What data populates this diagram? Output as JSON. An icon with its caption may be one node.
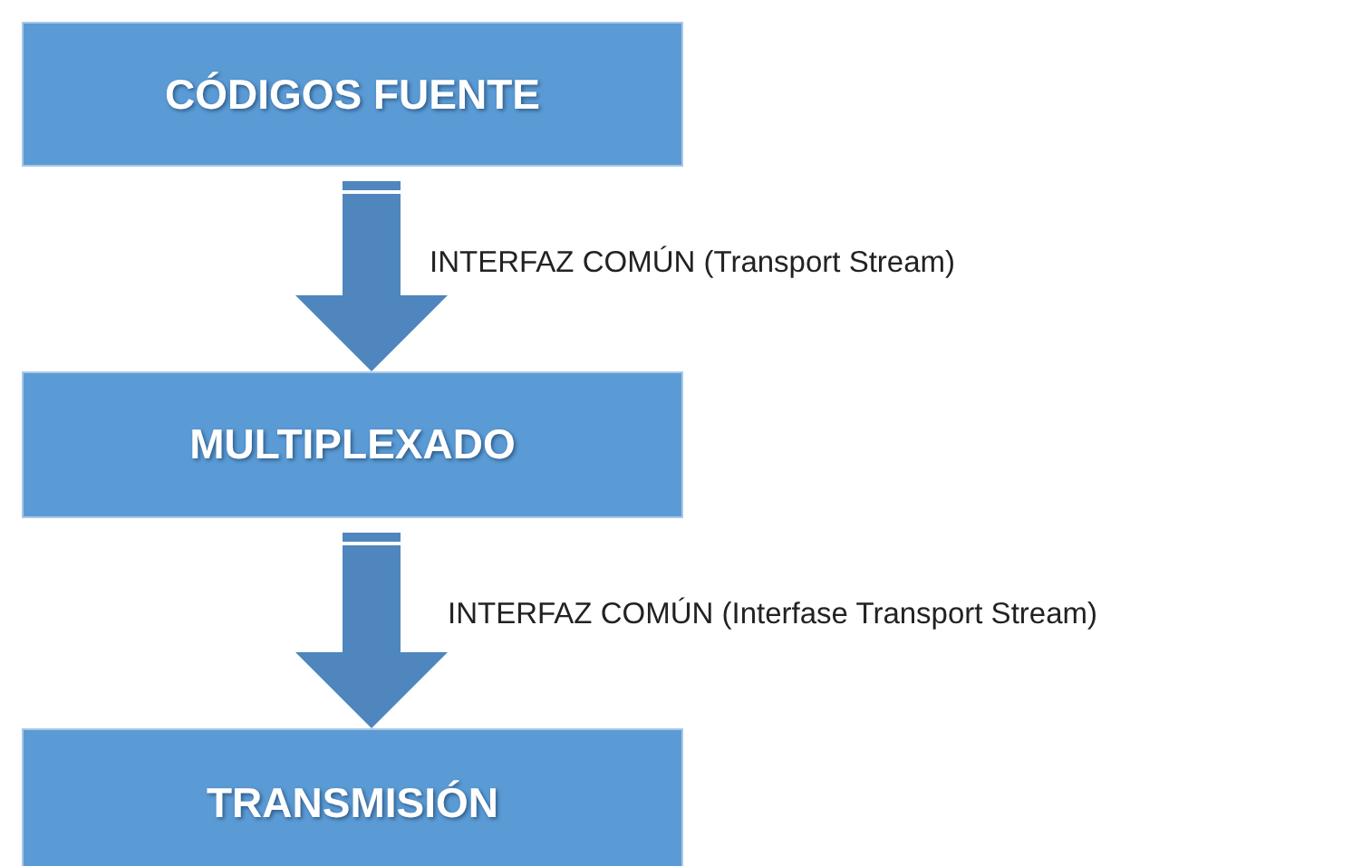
{
  "diagram": {
    "nodes": [
      {
        "text": [
          "CÓDIGOS FUENTE"
        ]
      },
      {
        "text": [
          "MULTIPLEXADO"
        ]
      },
      {
        "text": [
          "TRANSMISIÓN"
        ]
      }
    ],
    "edges": [
      {
        "from": 0,
        "to": 1,
        "arrow": "to",
        "label": "INTERFAZ COMÚN (Transport Stream)"
      },
      {
        "from": 1,
        "to": 2,
        "arrow": "to",
        "label": "INTERFAZ COMÚN (Interfase Transport Stream)"
      }
    ]
  }
}
